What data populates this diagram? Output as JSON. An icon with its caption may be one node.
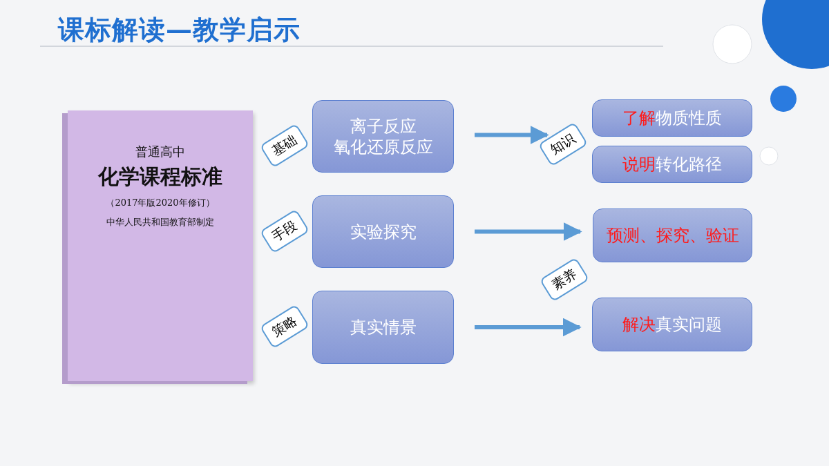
{
  "diagram": {
    "title": "课标解读—教学启示",
    "nodes": [
      {
        "text": [
          "普通高中",
          "化学课程标准",
          "（2017年版2020年修订）",
          "中华人民共和国教育部制定"
        ]
      },
      {
        "text": [
          "基础"
        ]
      },
      {
        "text": [
          "离子反应",
          "氧化还原反应"
        ]
      },
      {
        "text": [
          "手段"
        ]
      },
      {
        "text": [
          "实验探究"
        ]
      },
      {
        "text": [
          "策略"
        ]
      },
      {
        "text": [
          "真实情景"
        ]
      },
      {
        "text": [
          "**了解**物质性质"
        ]
      },
      {
        "text": [
          "知识"
        ]
      },
      {
        "text": [
          "**说明**转化路径"
        ]
      },
      {
        "text": [
          "预测、探究、验证"
        ]
      },
      {
        "text": [
          "素养"
        ]
      },
      {
        "text": [
          "**解决**真实问题"
        ]
      }
    ],
    "edges": [
      {
        "from": 2,
        "to": 8,
        "arrow": "to"
      },
      {
        "from": 4,
        "to": 10,
        "arrow": "to"
      },
      {
        "from": 6,
        "to": 12,
        "arrow": "to"
      }
    ]
  }
}
